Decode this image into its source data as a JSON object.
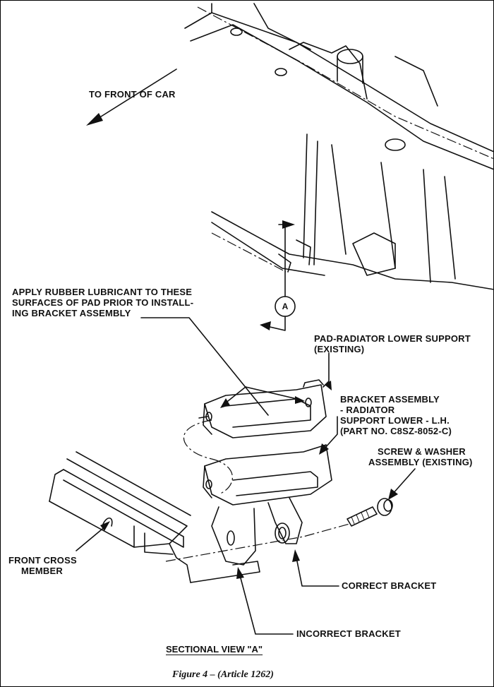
{
  "labels": {
    "to_front": "TO FRONT OF CAR",
    "lubricant": [
      "APPLY RUBBER LUBRICANT TO THESE",
      "SURFACES OF PAD PRIOR TO INSTALL-",
      "ING BRACKET ASSEMBLY"
    ],
    "view_marker": "A",
    "pad": [
      "PAD-RADIATOR LOWER SUPPORT",
      "(EXISTING)"
    ],
    "bracket_assembly": [
      "BRACKET ASSEMBLY",
      "- RADIATOR",
      "SUPPORT LOWER - L.H.",
      "(PART NO. C8SZ-8052-C)"
    ],
    "screw": [
      "SCREW & WASHER",
      "ASSEMBLY (EXISTING)"
    ],
    "cross_member": [
      "FRONT CROSS",
      "MEMBER"
    ],
    "correct_bracket": "CORRECT BRACKET",
    "incorrect_bracket": "INCORRECT BRACKET",
    "sectional_view": "SECTIONAL VIEW \"A\"",
    "caption": "Figure 4 – (Article 1262)"
  }
}
